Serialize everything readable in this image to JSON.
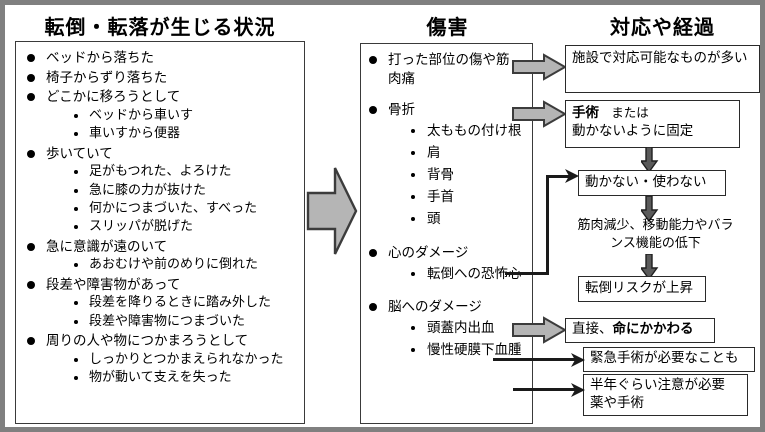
{
  "titles": {
    "left": "転倒・転落が生じる状況",
    "middle": "傷害",
    "right": "対応や経過"
  },
  "left_panel": {
    "items": [
      {
        "text": "ベッドから落ちた",
        "sub": []
      },
      {
        "text": "椅子からずり落ちた",
        "sub": []
      },
      {
        "text": "どこかに移ろうとして",
        "sub": [
          "ベッドから車いす",
          "車いすから便器"
        ]
      },
      {
        "text": "歩いていて",
        "sub": [
          "足がもつれた、よろけた",
          "急に膝の力が抜けた",
          "何かにつまづいた、すべった",
          "スリッパが脱げた"
        ]
      },
      {
        "text": "急に意識が遠のいて",
        "sub": [
          "あおむけや前のめりに倒れた"
        ]
      },
      {
        "text": "段差や障害物があって",
        "sub": [
          "段差を降りるときに踏み外した",
          "段差や障害物につまづいた"
        ]
      },
      {
        "text": "周りの人や物につかまろうとして",
        "sub": [
          "しっかりとつかまえられなかった",
          "物が動いて支えを失った"
        ]
      }
    ]
  },
  "middle_panel": {
    "items": [
      {
        "text": "打った部位の傷や筋肉痛",
        "sub": []
      },
      {
        "text": "骨折",
        "sub": [
          "太ももの付け根",
          "肩",
          "背骨",
          "手首",
          "頭"
        ]
      },
      {
        "text": "心のダメージ",
        "sub": [
          "転倒への恐怖心"
        ]
      },
      {
        "text": "脳へのダメージ",
        "sub": [
          "頭蓋内出血",
          "慢性硬膜下血腫"
        ]
      }
    ]
  },
  "right_panel": {
    "box_facility": "施設で対応可能なものが多い",
    "box_surgery_strong": "手術",
    "box_surgery_or": "または",
    "box_surgery_line2": "動かないように固定",
    "box_immobile": "動かない・使わない",
    "text_decline": "筋肉減少、移動能力やバランス機能の低下",
    "box_risk": "転倒リスクが上昇",
    "box_life_plain": "直接、",
    "box_life_strong": "命にかかわる",
    "box_emergency": "緊急手術が必要なことも",
    "box_chronic_line1": "半年ぐらい注意が必要",
    "box_chronic_line2": "薬や手術"
  },
  "colors": {
    "arrow_fill": "#b5b5b5",
    "arrow_stroke": "#3c3c3c",
    "border": "#2a2a2a",
    "page_border": "#808080",
    "text": "#000000"
  },
  "icons": {
    "big_arrow": "right-arrow-icon",
    "small_arrow": "right-arrow-icon",
    "down_arrow": "down-arrow-icon"
  }
}
